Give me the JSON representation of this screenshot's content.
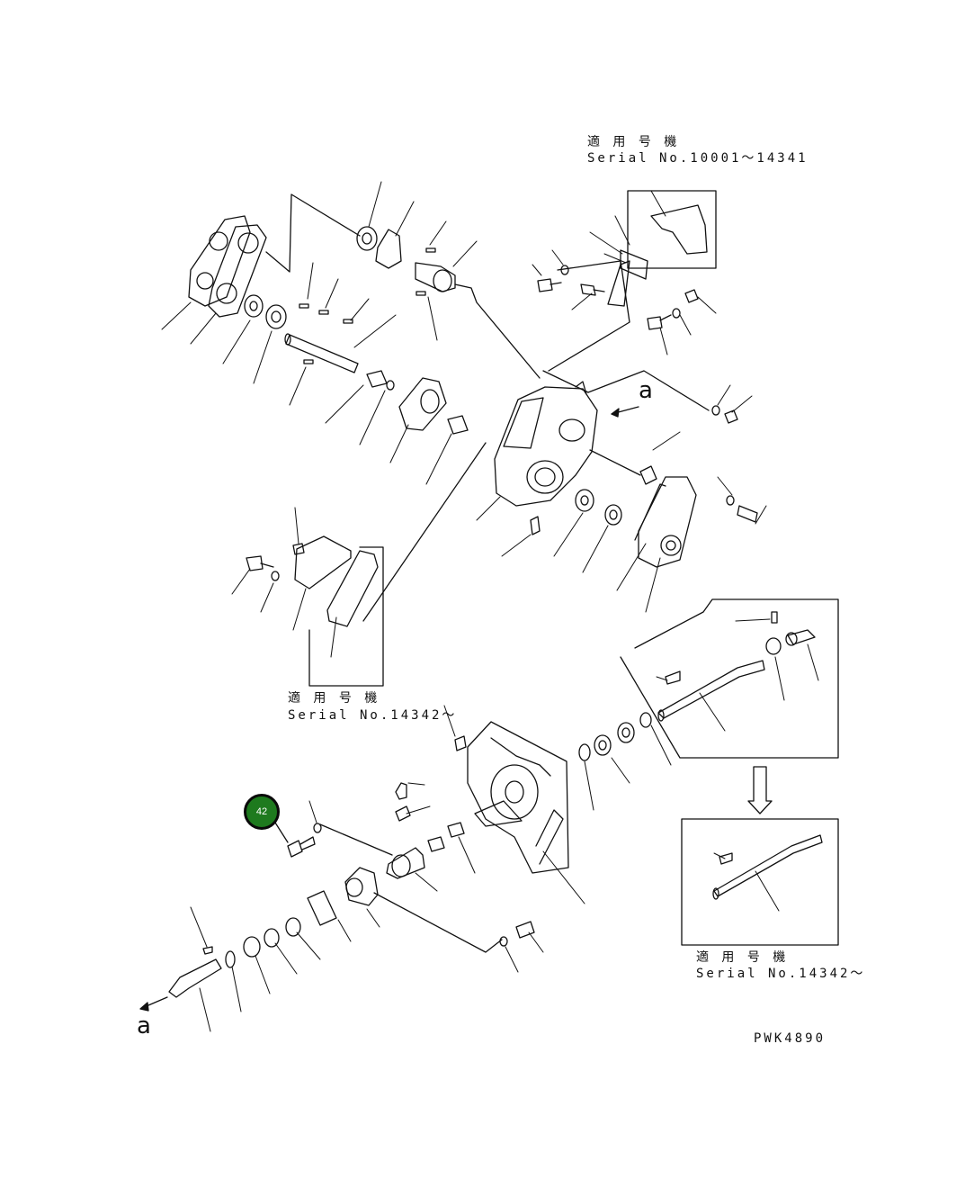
{
  "labels": {
    "serial_a_jp": "適 用 号 機",
    "serial_a_en": "Serial No.10001～14341",
    "serial_b_jp": "適 用 号 機",
    "serial_b_en": "Serial No.14342～",
    "serial_c_jp": "適 用 号 機",
    "serial_c_en": "Serial No.14342～",
    "view_a_top": "a",
    "view_a_bottom": "a",
    "drawing_code": "PWK4890"
  },
  "hotspot": {
    "number": "42",
    "color": "#1e7a1e"
  },
  "colors": {
    "ink": "#111111",
    "background": "#ffffff"
  }
}
